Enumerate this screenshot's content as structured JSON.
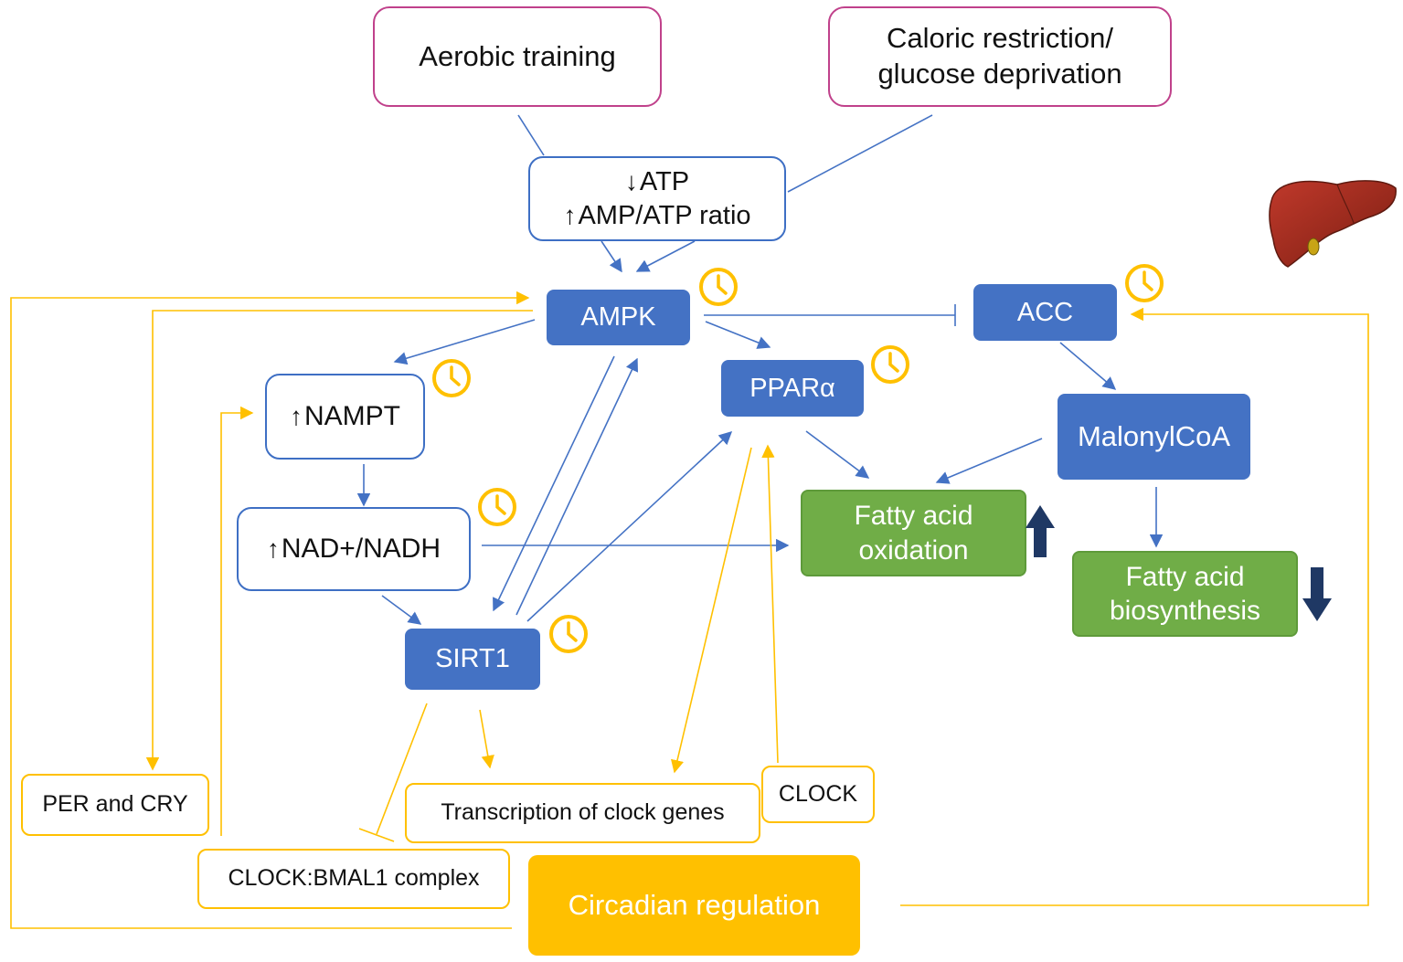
{
  "nodes": {
    "aerobic": "Aerobic training",
    "caloric_line1": "Caloric restriction/",
    "caloric_line2": "glucose deprivation",
    "atp_line1": "ATP",
    "atp_line2": "AMP/ATP ratio",
    "ampk": "AMPK",
    "acc": "ACC",
    "nampt": "NAMPT",
    "ppar": "PPARα",
    "malonyl": "MalonylCoA",
    "nad": "NAD+/NADH",
    "fao_line1": "Fatty acid",
    "fao_line2": "oxidation",
    "fab_line1": "Fatty acid",
    "fab_line2": "biosynthesis",
    "sirt1": "SIRT1",
    "per_cry": "PER and CRY",
    "transcription": "Transcription of clock genes",
    "clock": "CLOCK",
    "clock_bmal1": "CLOCK:BMAL1 complex",
    "circadian": "Circadian regulation"
  },
  "symbols": {
    "up": "↑",
    "down": "↓",
    "big_up": "⬆",
    "big_down": "⬇"
  },
  "colors": {
    "blue_node": "#4472c4",
    "green_node": "#70ad47",
    "input_border": "#c0418b",
    "circadian": "#ffc000",
    "blue_line": "#4472c4",
    "yellow_line": "#ffc000",
    "big_arrow": "#1f3864"
  },
  "icons": [
    "clock-icon",
    "liver-icon",
    "up-arrow-icon",
    "down-arrow-icon"
  ]
}
